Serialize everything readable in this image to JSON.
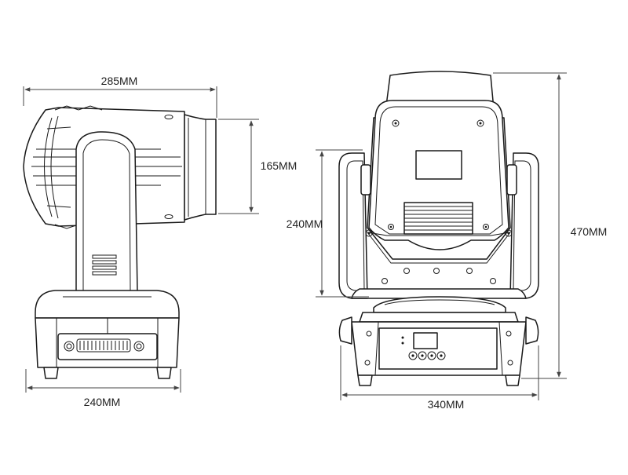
{
  "dimensions": {
    "side_width_top": "285MM",
    "head_height": "165MM",
    "base_width_side": "240MM",
    "body_height": "240MM",
    "total_height": "470MM",
    "base_width_front": "340MM"
  }
}
